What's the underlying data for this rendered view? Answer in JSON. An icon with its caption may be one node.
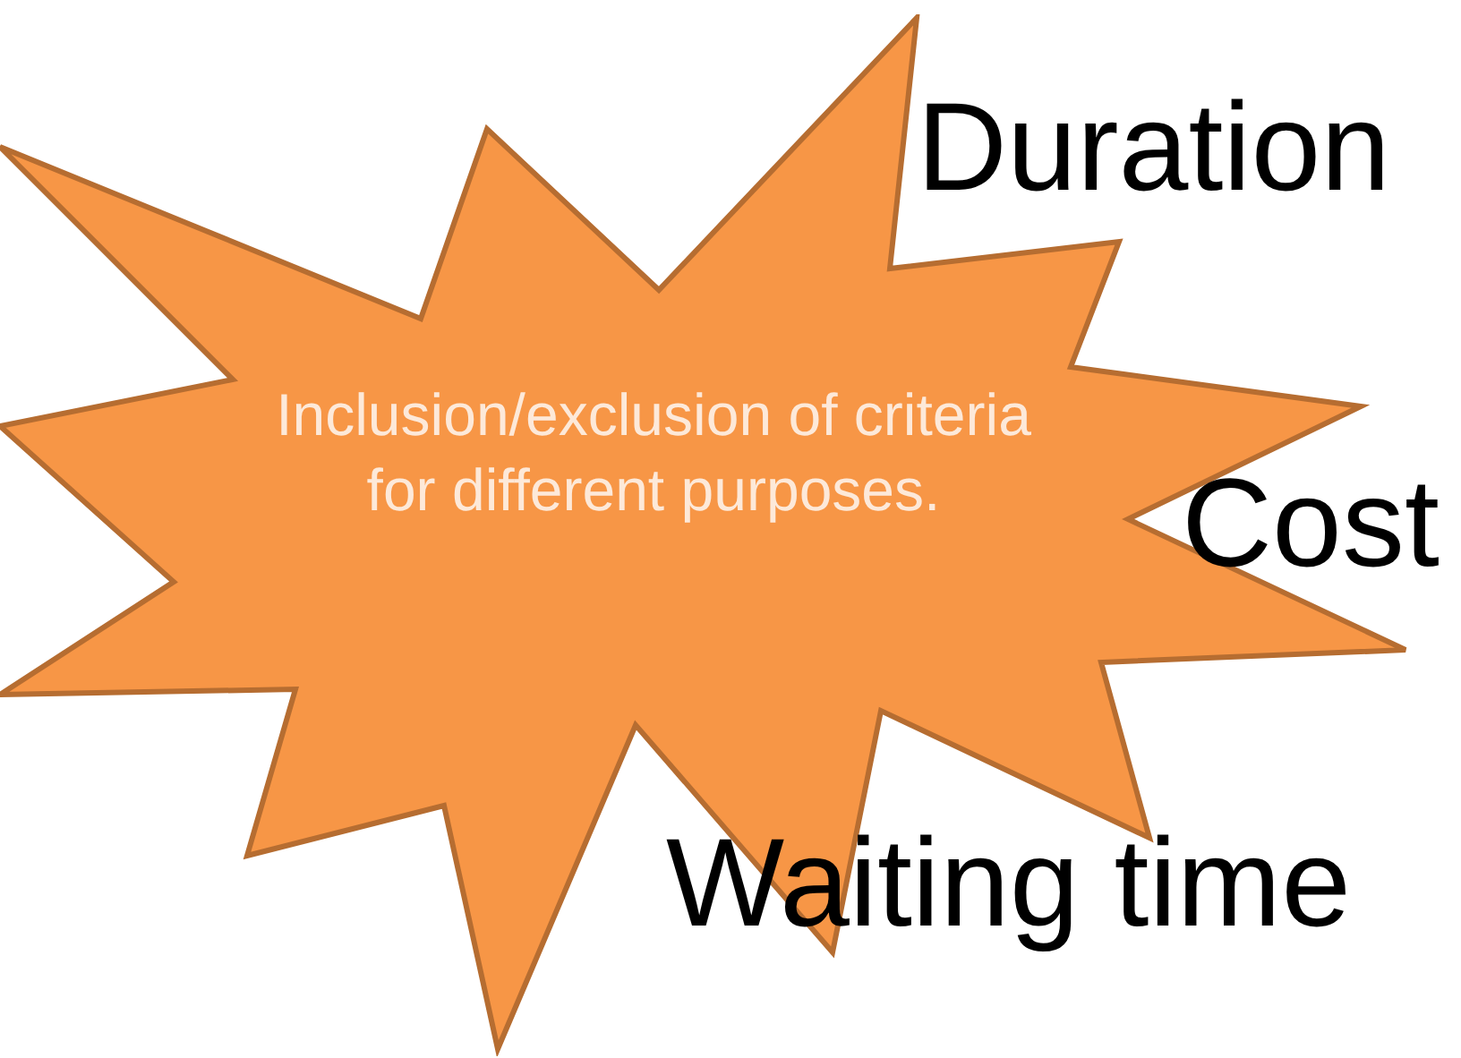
{
  "diagram": {
    "nodes": [
      {
        "text": [
          "Inclusion/exclusion of criteria for different purposes."
        ]
      }
    ],
    "labels": [
      "Duration",
      "Cost",
      "Waiting time"
    ]
  }
}
